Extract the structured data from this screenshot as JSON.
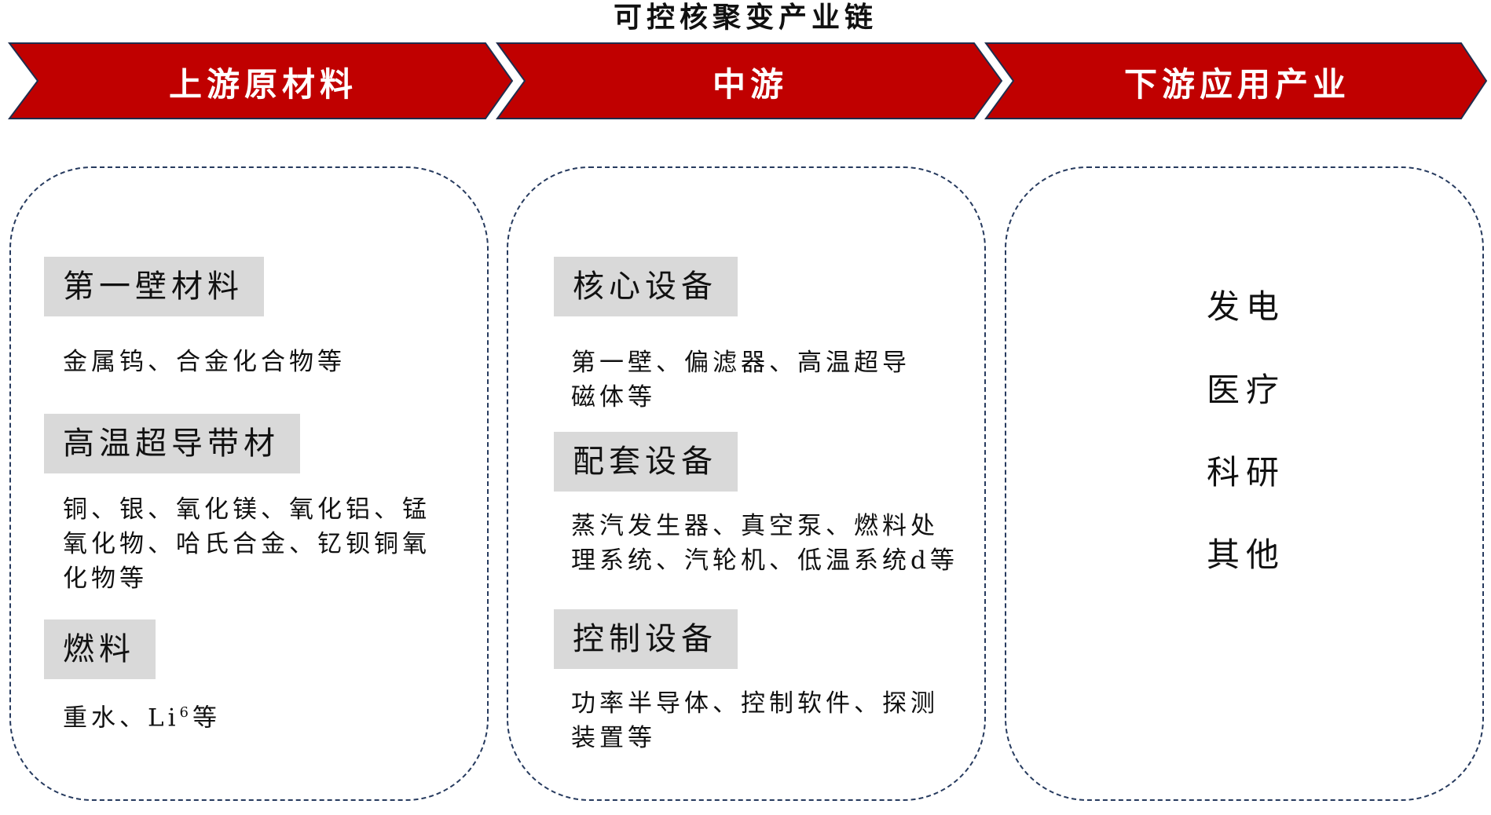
{
  "title": "可控核聚变产业链",
  "stages": [
    {
      "label": "上游原材料"
    },
    {
      "label": "中游"
    },
    {
      "label": "下游应用产业"
    }
  ],
  "upstream": {
    "groups": [
      {
        "name": "第一壁材料",
        "items": "金属钨、合金化合物等"
      },
      {
        "name": "高温超导带材",
        "items": "铜、银、氧化镁、氧化铝、锰氧化物、哈氏合金、钇钡铜氧化物等"
      },
      {
        "name": "燃料",
        "items_main": "重水、Li",
        "items_sup": "6",
        "items_tail": "等"
      }
    ]
  },
  "midstream": {
    "groups": [
      {
        "name": "核心设备",
        "items": "第一壁、偏滤器、高温超导磁体等"
      },
      {
        "name": "配套设备",
        "items": "蒸汽发生器、真空泵、燃料处理系统、汽轮机、低温系统d等"
      },
      {
        "name": "控制设备",
        "items": "功率半导体、控制软件、探测装置等"
      }
    ]
  },
  "downstream": {
    "items": [
      "发电",
      "医疗",
      "科研",
      "其他"
    ]
  },
  "colors": {
    "arrow_fill": "#c00000",
    "arrow_outline": "#1f2d4d",
    "panel_border": "#263a5e",
    "tag_bg": "#d9d9d9"
  }
}
